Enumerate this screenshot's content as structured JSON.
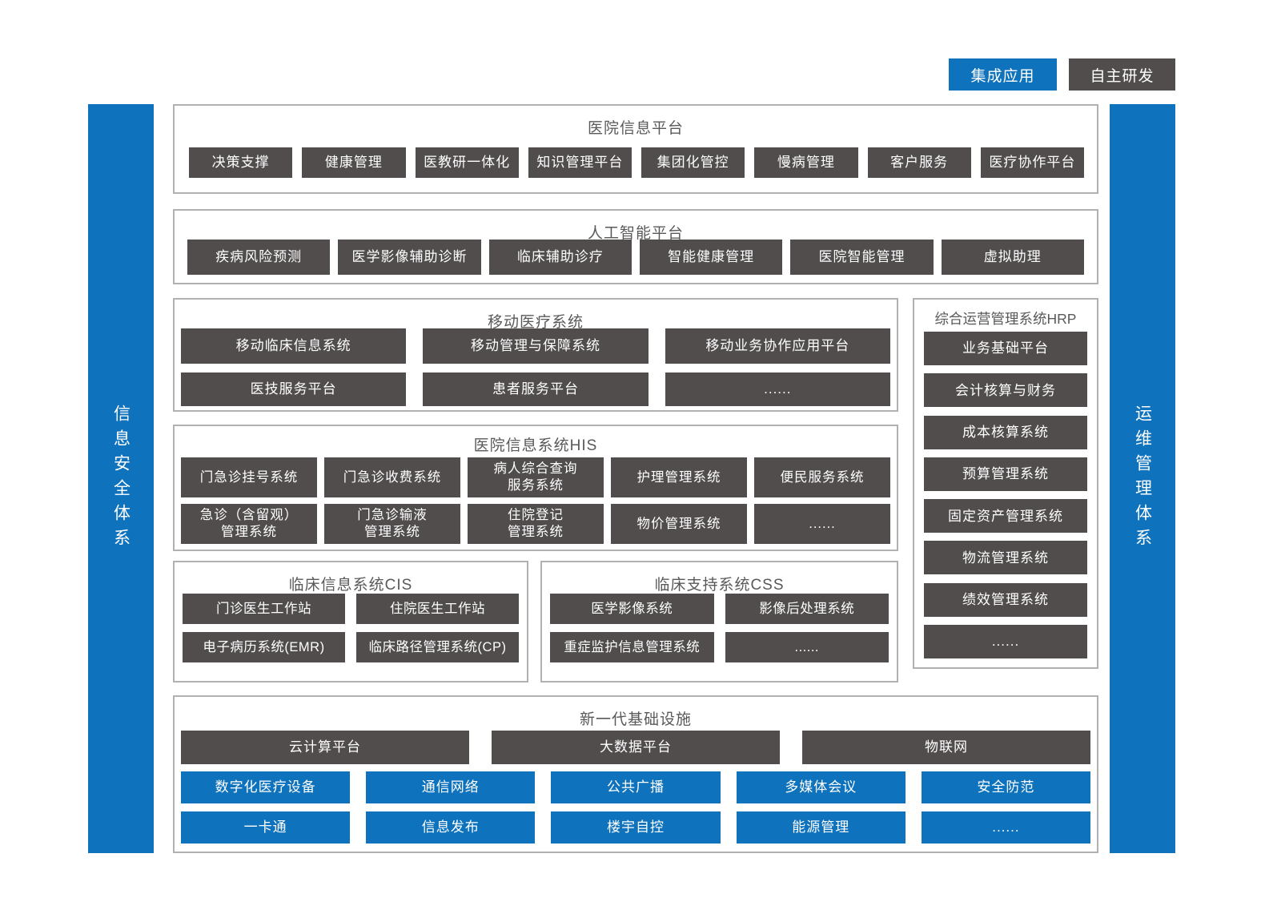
{
  "legend": {
    "items": [
      {
        "label": "集成应用",
        "meaning": "integrated-application",
        "color": "#0e72bd"
      },
      {
        "label": "自主研发",
        "meaning": "self-developed",
        "color": "#514d4d"
      }
    ]
  },
  "left_bar": {
    "label": "信息安全体系"
  },
  "right_bar": {
    "label": "运维管理体系"
  },
  "hospital_info_platform": {
    "title": "医院信息平台",
    "items": [
      "决策支撑",
      "健康管理",
      "医教研一体化",
      "知识管理平台",
      "集团化管控",
      "慢病管理",
      "客户服务",
      "医疗协作平台"
    ]
  },
  "ai_platform": {
    "title": "人工智能平台",
    "items": [
      "疾病风险预测",
      "医学影像辅助诊断",
      "临床辅助诊疗",
      "智能健康管理",
      "医院智能管理",
      "虚拟助理"
    ]
  },
  "mobile_medical": {
    "title": "移动医疗系统",
    "row1": [
      "移动临床信息系统",
      "移动管理与保障系统",
      "移动业务协作应用平台"
    ],
    "row2": [
      "医技服务平台",
      "患者服务平台",
      "......"
    ]
  },
  "hrp": {
    "title": "综合运营管理系统HRP",
    "items": [
      "业务基础平台",
      "会计核算与财务",
      "成本核算系统",
      "预算管理系统",
      "固定资产管理系统",
      "物流管理系统",
      "绩效管理系统",
      "......"
    ]
  },
  "his": {
    "title": "医院信息系统HIS",
    "row1": [
      "门急诊挂号系统",
      "门急诊收费系统",
      "病人综合查询\n服务系统",
      "护理管理系统",
      "便民服务系统"
    ],
    "row2": [
      "急诊（含留观）\n管理系统",
      "门急诊输液\n管理系统",
      "住院登记\n管理系统",
      "物价管理系统",
      "......"
    ]
  },
  "cis": {
    "title": "临床信息系统CIS",
    "row1": [
      "门诊医生工作站",
      "住院医生工作站"
    ],
    "row2": [
      "电子病历系统(EMR)",
      "临床路径管理系统(CP)"
    ]
  },
  "css_sys": {
    "title": "临床支持系统CSS",
    "row1": [
      "医学影像系统",
      "影像后处理系统"
    ],
    "row2": [
      "重症监护信息管理系统",
      "......"
    ]
  },
  "infrastructure": {
    "title": "新一代基础设施",
    "row1": [
      "云计算平台",
      "大数据平台",
      "物联网"
    ],
    "row2": [
      "数字化医疗设备",
      "通信网络",
      "公共广播",
      "多媒体会议",
      "安全防范"
    ],
    "row3": [
      "一卡通",
      "信息发布",
      "楼宇自控",
      "能源管理",
      "......"
    ]
  },
  "colors": {
    "integrated_blue": "#0e72bd",
    "self_developed_dark": "#514d4d",
    "panel_border": "#b3b0b0",
    "title_text": "#5a5858",
    "button_text": "#ffffff"
  }
}
